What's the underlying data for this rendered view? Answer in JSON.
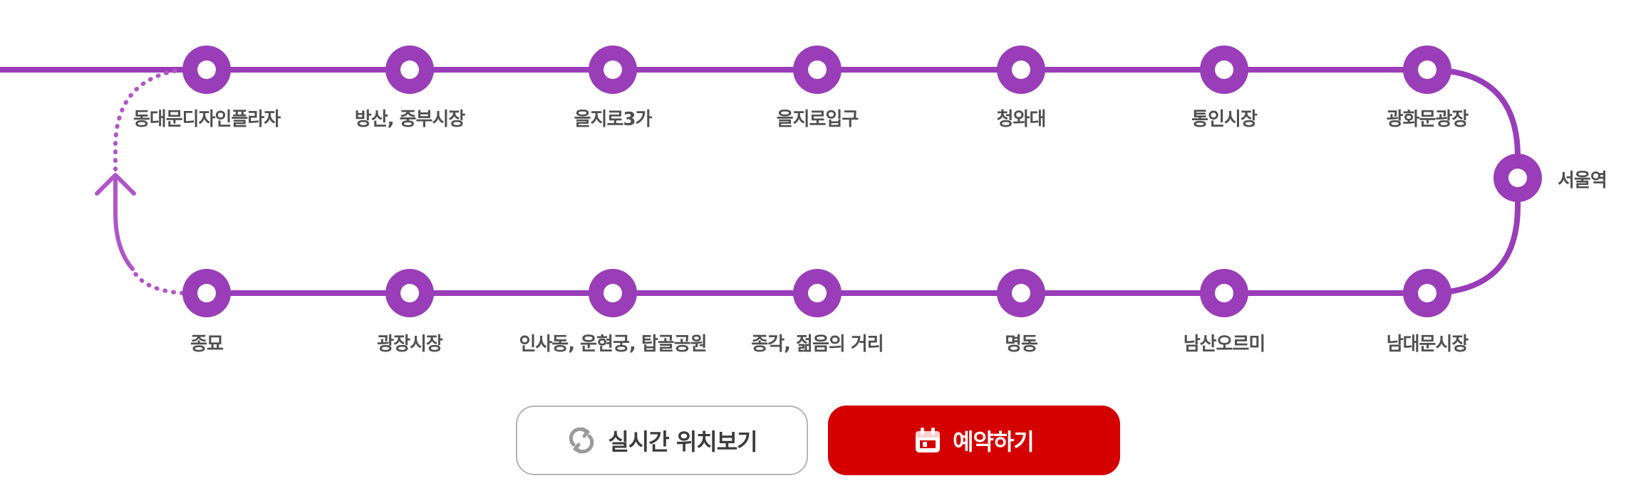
{
  "colors": {
    "line": "#9a3db8",
    "dotted": "#b056c8",
    "reserve_button": "#d40000",
    "label_text": "#505050"
  },
  "stations": {
    "top": [
      "동대문디자인플라자",
      "방산, 중부시장",
      "을지로3가",
      "을지로입구",
      "청와대",
      "통인시장",
      "광화문광장"
    ],
    "side": [
      "서울역"
    ],
    "bottom": [
      "남대문시장",
      "남산오르미",
      "명동",
      "종각, 젊음의 거리",
      "인사동, 운현궁, 탑골공원",
      "광장시장",
      "종묘"
    ]
  },
  "buttons": {
    "realtime": {
      "label": "실시간 위치보기",
      "icon": "refresh-icon"
    },
    "reserve": {
      "label": "예약하기",
      "icon": "calendar-icon"
    }
  }
}
